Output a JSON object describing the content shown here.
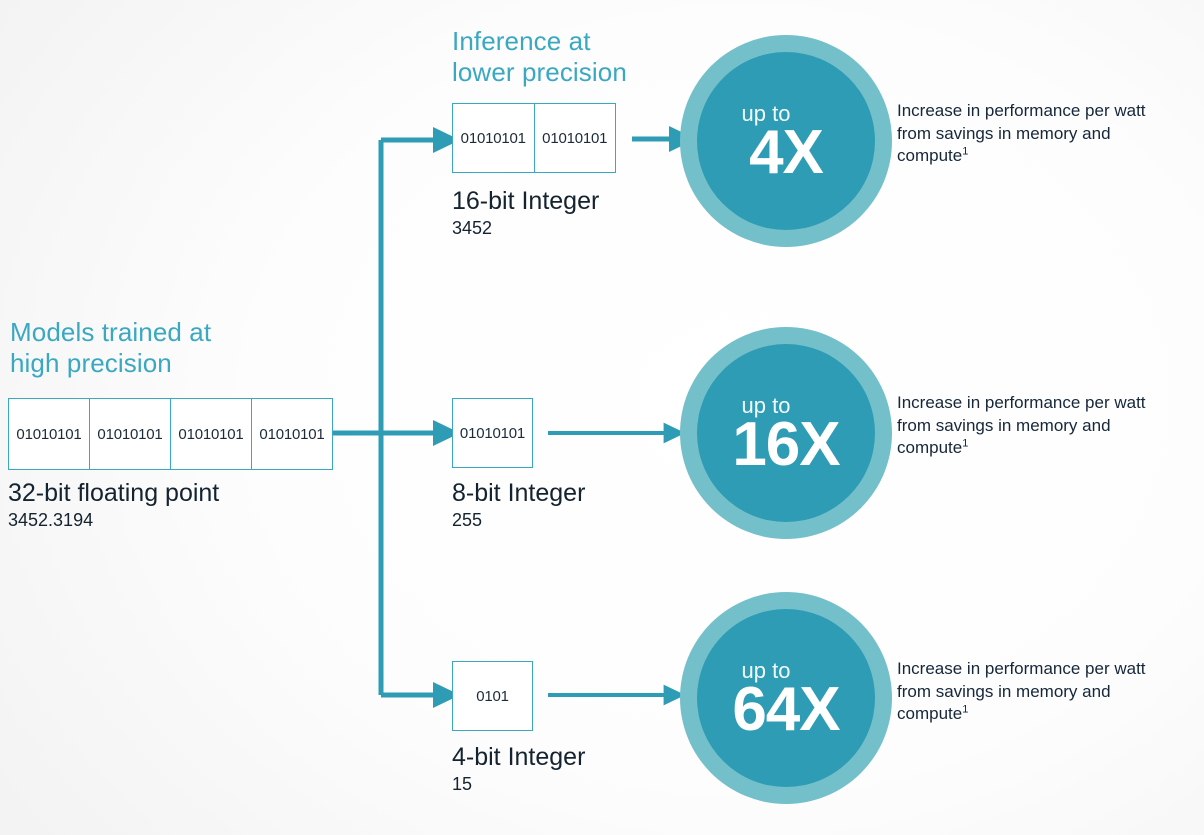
{
  "headings": {
    "training": "Models trained at\nhigh precision",
    "inference": "Inference at\nlower precision"
  },
  "colors": {
    "teal_heading": "#3ba8c2",
    "circle_outer": "#74c0ca",
    "circle_inner": "#2e9cb4",
    "connector": "#2e9cb4",
    "box_border": "#3ba8c2",
    "text_dark": "#14232f"
  },
  "formats": {
    "fp32": {
      "bits": [
        "01010101",
        "01010101",
        "01010101",
        "01010101"
      ],
      "name": "32-bit floating point",
      "value": "3452.3194"
    },
    "int16": {
      "bits": [
        "01010101",
        "01010101"
      ],
      "name": "16-bit Integer",
      "value": "3452"
    },
    "int8": {
      "bits": [
        "01010101"
      ],
      "name": "8-bit Integer",
      "value": "255"
    },
    "int4": {
      "bits": [
        "0101"
      ],
      "name": "4-bit Integer",
      "value": "15"
    }
  },
  "badges": {
    "int16": {
      "upto": "up to",
      "multiplier": "4X",
      "description": "Increase in performance per watt from savings in memory and compute",
      "footnote": "1"
    },
    "int8": {
      "upto": "up to",
      "multiplier": "16X",
      "description": "Increase in performance per watt from savings in memory and compute",
      "footnote": "1"
    },
    "int4": {
      "upto": "up to",
      "multiplier": "64X",
      "description": "Increase in performance per watt from savings in memory and compute",
      "footnote": "1"
    }
  }
}
